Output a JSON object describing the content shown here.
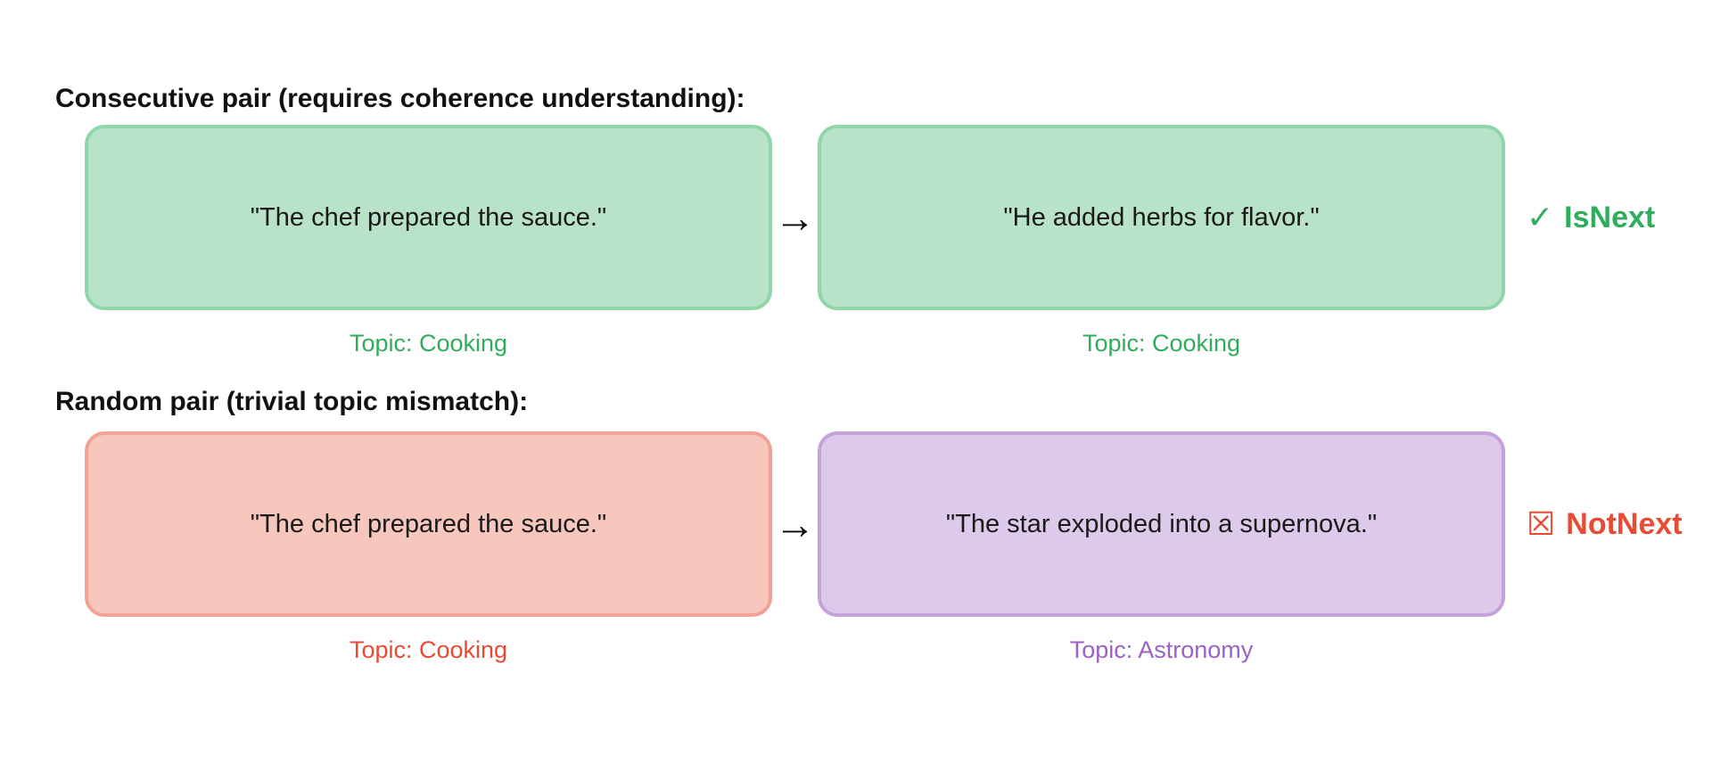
{
  "colors": {
    "green_text": "#2fad5c",
    "green_fill": "#b9e3c8",
    "green_border": "#8fd7ab",
    "red_text": "#e84a33",
    "red_fill": "#f7c7bd",
    "red_border": "#f1a296",
    "purple_text": "#9d60c3",
    "purple_fill": "#ddc9e9",
    "purple_border": "#c6a2db",
    "arrow": "#000000"
  },
  "sections": [
    {
      "heading": "Consecutive pair (requires coherence understanding):",
      "left_box": {
        "text": "\"The chef prepared the sauce.\"",
        "topic": "Topic: Cooking"
      },
      "right_box": {
        "text": "\"He added herbs for flavor.\"",
        "topic": "Topic: Cooking"
      },
      "arrow_glyph": "→",
      "verdict_icon": "✓",
      "verdict_label": "IsNext"
    },
    {
      "heading": "Random pair (trivial topic mismatch):",
      "left_box": {
        "text": "\"The chef prepared the sauce.\"",
        "topic": "Topic: Cooking"
      },
      "right_box": {
        "text": "\"The star exploded into a supernova.\"",
        "topic": "Topic: Astronomy"
      },
      "arrow_glyph": "→",
      "verdict_icon": "☒",
      "verdict_label": "NotNext"
    }
  ]
}
